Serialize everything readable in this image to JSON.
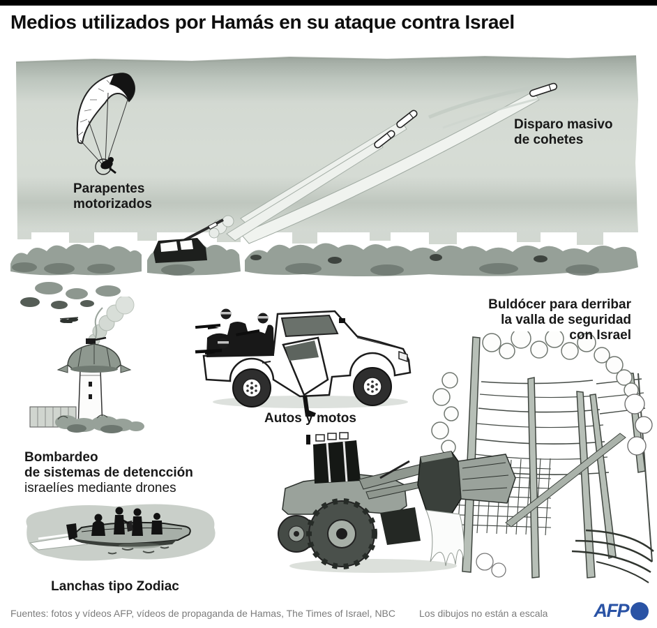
{
  "header": {
    "title": "Medios utilizados por Hamás en su ataque contra Israel"
  },
  "labels": {
    "paragliders": "Parapentes\nmotorizados",
    "rockets": "Disparo masivo\nde cohetes",
    "drones_bold": "Bombardeo\nde sistemas de detencción",
    "drones_regular": "israelíes mediante drones",
    "vehicles": "Autos y motos",
    "bulldozer": "Buldócer para derribar\nla valla de seguridad\ncon Israel",
    "boats": "Lanchas tipo Zodiac"
  },
  "scene": {
    "illustrations": [
      "motorized paraglider",
      "rocket salvo with smoke trails",
      "rocket launcher truck among trees",
      "city skyline silhouette",
      "surveillance tower hit by drone",
      "pickup truck with armed fighters",
      "bulldozer breaching security fence",
      "zodiac speedboat with crew"
    ]
  },
  "footer": {
    "sources": "Fuentes: fotos y vídeos AFP, vídeos de propaganda de Hamas, The Times of Israel, NBC",
    "disclaimer": "Los dibujos no están a escala",
    "logo_text": "AFP"
  },
  "colors": {
    "afp_blue": "#2a53a5",
    "sky": "#d5dbd4",
    "sky_dark_band": "#a9b2aa",
    "foliage": "#96a098",
    "ink": "#181818",
    "muted_text": "#7c7c7c"
  }
}
